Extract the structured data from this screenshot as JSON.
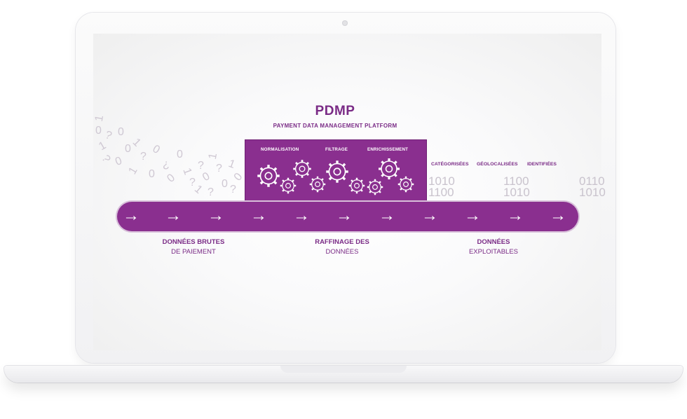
{
  "diagram": {
    "title": "PDMP",
    "subtitle": "PAYMENT DATA MANAGEMENT PLATFORM",
    "steps": [
      "NORMALISATION",
      "FILTRAGE",
      "ENRICHISSEMENT"
    ],
    "stages": [
      {
        "bold": "DONNÉES BRUTES",
        "thin": "DE PAIEMENT"
      },
      {
        "bold": "RAFFINAGE DES",
        "thin": "DONNÉES"
      },
      {
        "bold": "DONNÉES",
        "thin": "EXPLOITABLES"
      }
    ],
    "outputs": [
      "CATÉGORISÉES",
      "GÉOLOCALISÉES",
      "IDENTIFIÉES"
    ],
    "binary": [
      {
        "top": "1010",
        "bottom": "1100"
      },
      {
        "top": "1100",
        "bottom": "1010"
      },
      {
        "top": "0110",
        "bottom": "1010"
      }
    ],
    "arrow_glyph": "→",
    "colors": {
      "accent": "#8a2f8f",
      "text": "#7a2b86",
      "binary": "#c9c3cd"
    }
  }
}
